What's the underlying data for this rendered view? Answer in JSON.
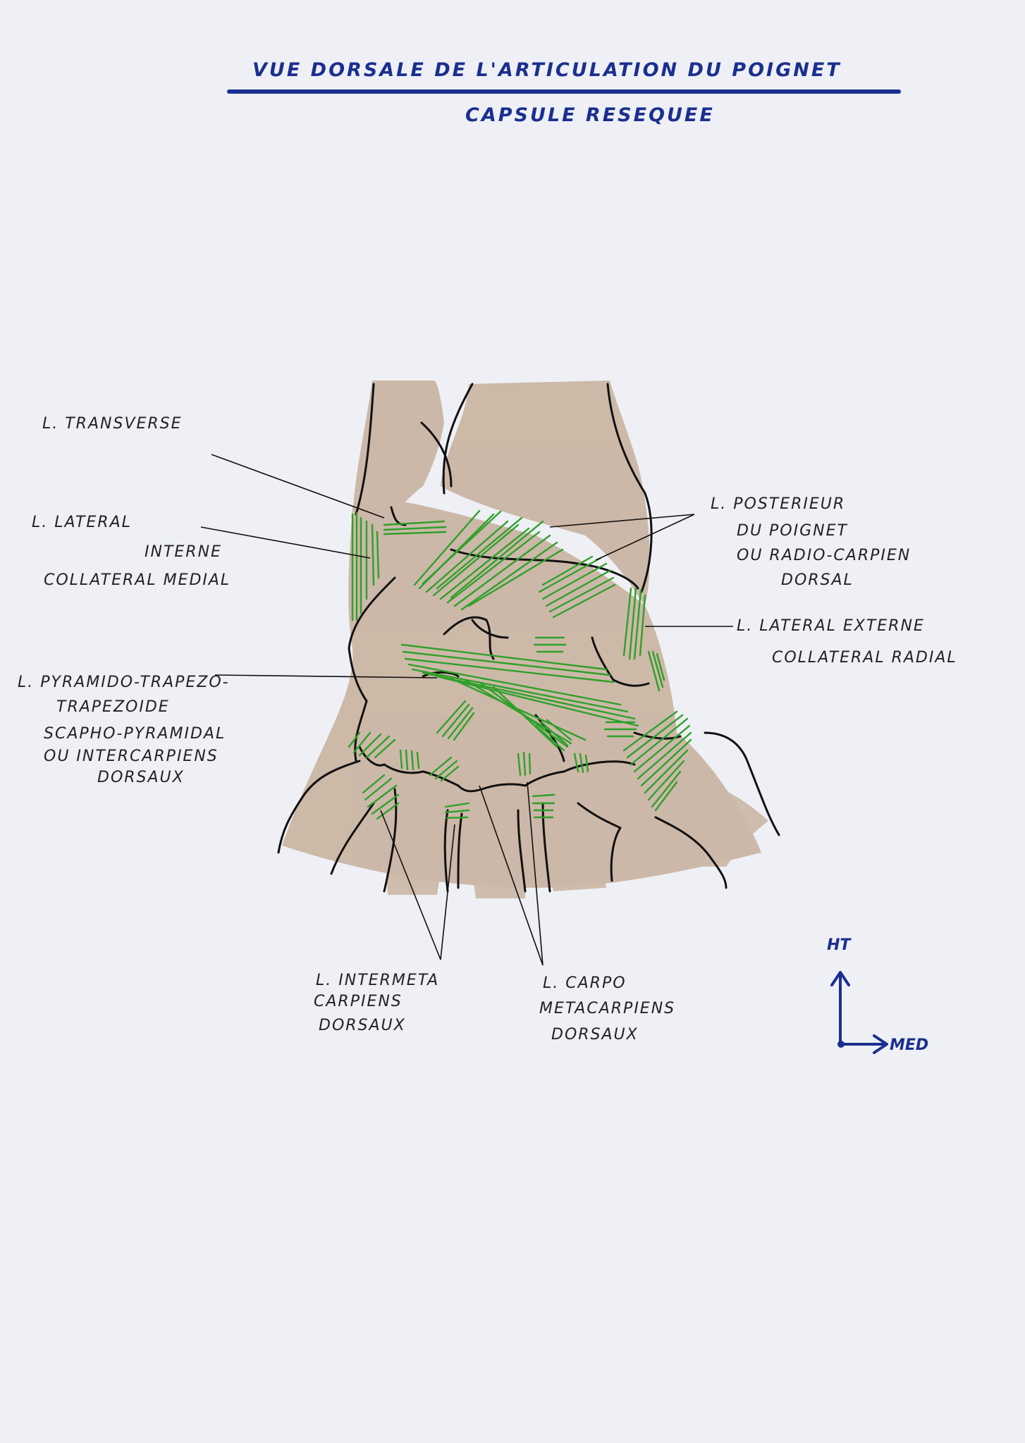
{
  "title": {
    "line1": "VUE DORSALE DE L'ARTICULATION DU POIGNET",
    "line2": "CAPSULE RESEQUEE"
  },
  "labels": {
    "transverse": "L. TRANSVERSE",
    "lateral_interne_l1": "L.      LATERAL",
    "lateral_interne_l2": "INTERNE",
    "lateral_interne_l3": "COLLATERAL MEDIAL",
    "posterieur_l1": "L. POSTERIEUR",
    "posterieur_l2": "DU POIGNET",
    "posterieur_l3": "OU RADIO-CARPIEN",
    "posterieur_l4": "DORSAL",
    "lateral_externe_l1": "L. LATERAL EXTERNE",
    "lateral_externe_l2": "COLLATERAL RADIAL",
    "pyramido_l1": "L. PYRAMIDO-TRAPEZO-",
    "pyramido_l2": "TRAPEZOIDE",
    "pyramido_l3": "SCAPHO-PYRAMIDAL",
    "pyramido_l4": "OU INTERCARPIENS",
    "pyramido_l5": "DORSAUX",
    "intermeta_l1": "L. INTERMETA",
    "intermeta_l2": "CARPIENS",
    "intermeta_l3": "DORSAUX",
    "carpo_l1": "L. CARPO",
    "carpo_l2": "METACARPIENS",
    "carpo_l3": "DORSAUX"
  },
  "orientation": {
    "up": "HT",
    "right": "MED"
  },
  "colors": {
    "ink_blue": "#1b2f8f",
    "ligament_green": "#2fa02a",
    "bone_tan": "#c9b3a0",
    "paper": "#eef0f5"
  }
}
